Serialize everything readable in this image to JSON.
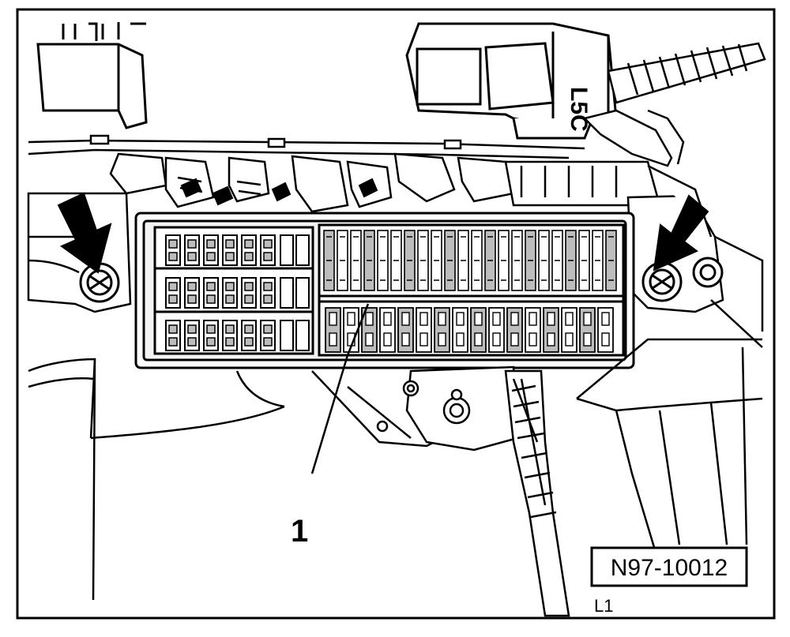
{
  "figure": {
    "callouts": [
      {
        "number": "1",
        "target": "fuse-relay-box"
      }
    ],
    "reference_code": "N97-10012",
    "partial_label_bottom": "L1",
    "partial_label_relay": "L5C",
    "arrows": [
      {
        "points_to": "left-mounting-screw"
      },
      {
        "points_to": "right-mounting-screw"
      }
    ],
    "colors": {
      "line": "#000000",
      "fill_light": "#ffffff",
      "fill_grey": "#bdbdbd"
    }
  }
}
